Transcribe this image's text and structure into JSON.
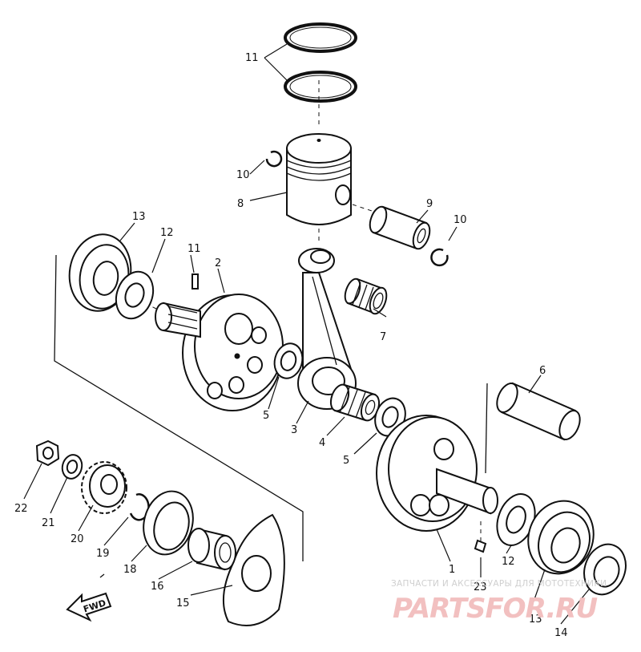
{
  "labels": {
    "l1": "1",
    "l2": "2",
    "l3": "3",
    "l4": "4",
    "l5a": "5",
    "l5b": "5",
    "l6": "6",
    "l7": "7",
    "l8": "8",
    "l9": "9",
    "l10a": "10",
    "l10b": "10",
    "l11a": "11",
    "l11b": "11",
    "l12a": "12",
    "l12b": "12",
    "l13a": "13",
    "l13b": "13",
    "l14": "14",
    "l15": "15",
    "l16": "16",
    "l18": "18",
    "l19": "19",
    "l20": "20",
    "l21": "21",
    "l22": "22",
    "l23": "23"
  },
  "fwd_label": "FWD",
  "watermark": {
    "caption": "ЗАПЧАСТИ И АКСЕССУАРЫ ДЛЯ МОТОТЕХНИКИ",
    "brand": "PARTSFOR.RU"
  }
}
